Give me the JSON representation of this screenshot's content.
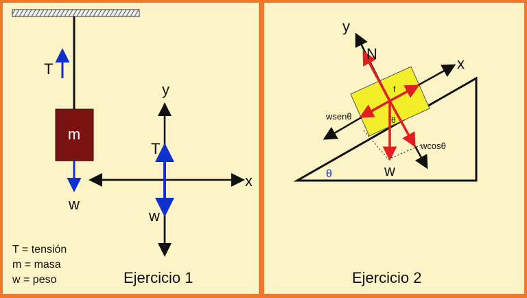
{
  "ex1": {
    "title": "Ejercicio 1",
    "mass_label": "m",
    "tension_label": "T",
    "weight_label": "w",
    "axis_y": "y",
    "axis_x": "x",
    "fbd_tension": "T",
    "fbd_weight": "w",
    "legend": [
      "T = tensión",
      "m = masa",
      "w = peso"
    ]
  },
  "ex2": {
    "title": "Ejercicio 2",
    "axis_y": "y",
    "axis_x": "x",
    "normal": "N",
    "friction": "f",
    "wsen": "wsenθ",
    "wcos": "wcosθ",
    "theta_block": "θ",
    "weight": "w",
    "theta_incline": "θ"
  },
  "colors": {
    "background": "#FCF3C6",
    "frame": "#F0782A",
    "mass_block": "#7A1212",
    "incline_block": "#F2EE2A",
    "tension_arrow": "#1030D0",
    "force_arrow": "#E02020",
    "axis": "#111111"
  }
}
